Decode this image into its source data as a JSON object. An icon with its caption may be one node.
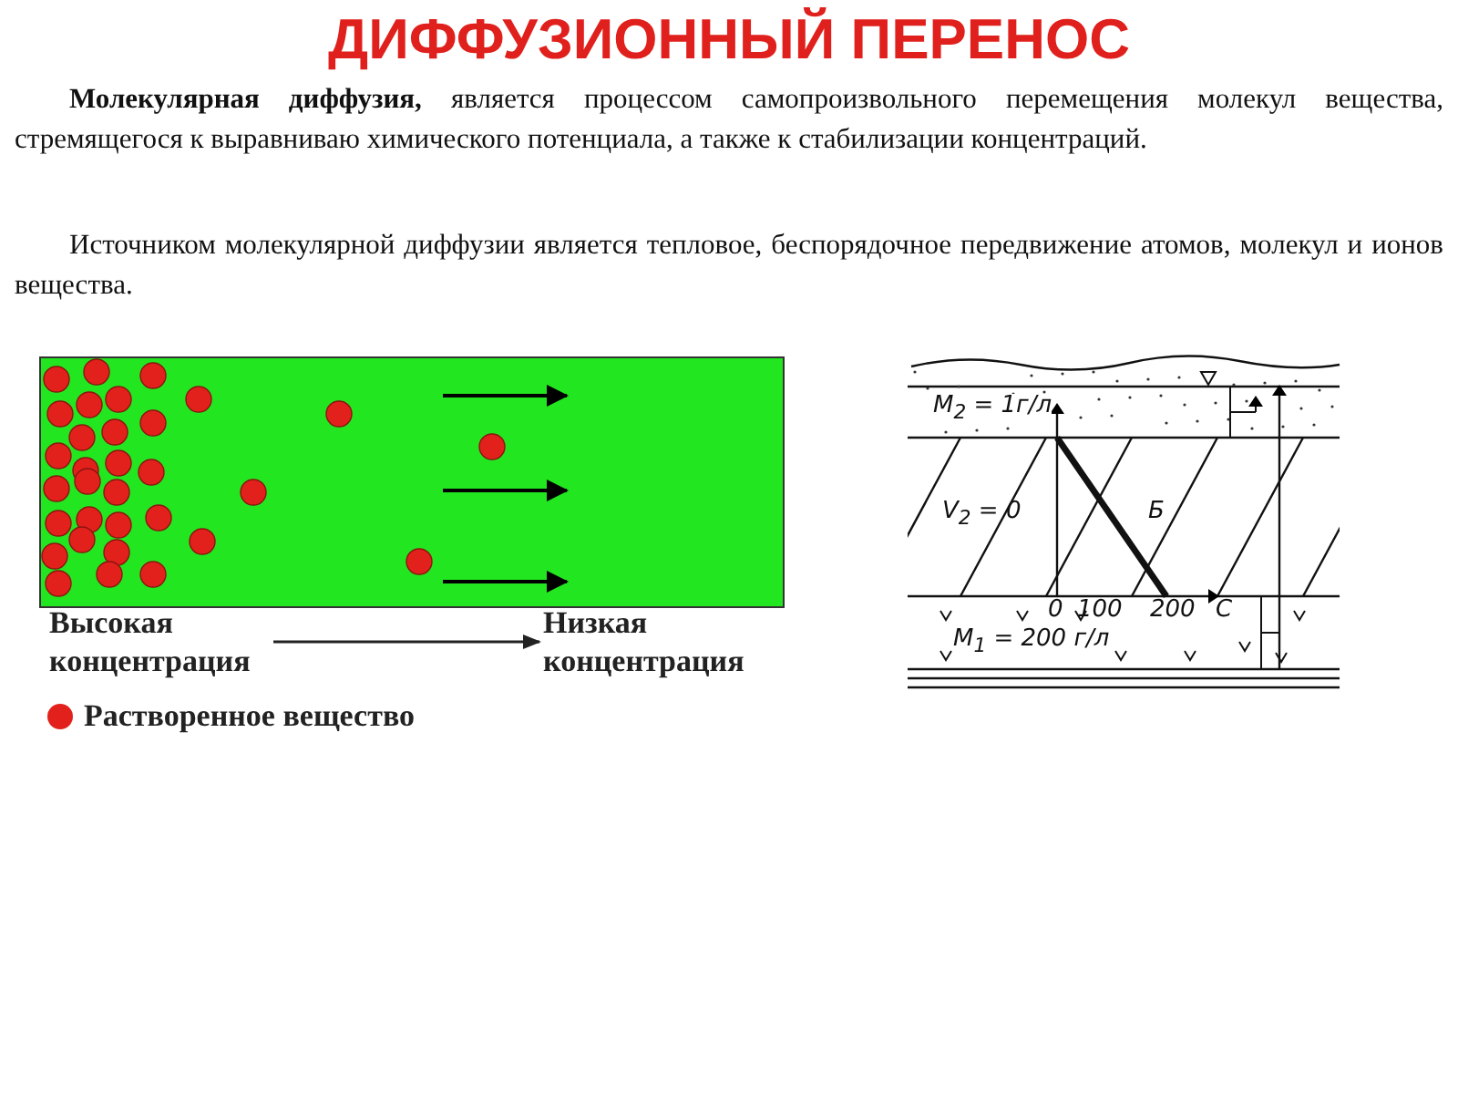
{
  "diagram": {
    "title": "ДИФФУЗИОННЫЙ ПЕРЕНОС",
    "nodes": [
      {
        "text": [
          "Высокая концентрация"
        ]
      },
      {
        "text": [
          "Низкая концентрация"
        ]
      }
    ],
    "edges": [
      {
        "from": 0,
        "to": 1,
        "arrow": "to"
      }
    ],
    "labels": [
      "**Молекулярная диффузия,** является процессом самопроизвольного перемещения молекул вещества, стремящегося к выравниваю химического потенциала, а также к стабилизации концентраций.",
      "Источником молекулярной диффузии является тепловое, беспорядочное передвижение атомов, молекул и ионов вещества.",
      "M$_{2}$ = 1г/л",
      "V$_{2}$ = 0",
      "Б",
      "0",
      "100",
      "200",
      "С",
      "M$_{1}$ = 200 г/л"
    ],
    "legend": [
      {
        "text": "Растворенное вещество",
        "color": "#e3211c"
      }
    ]
  }
}
